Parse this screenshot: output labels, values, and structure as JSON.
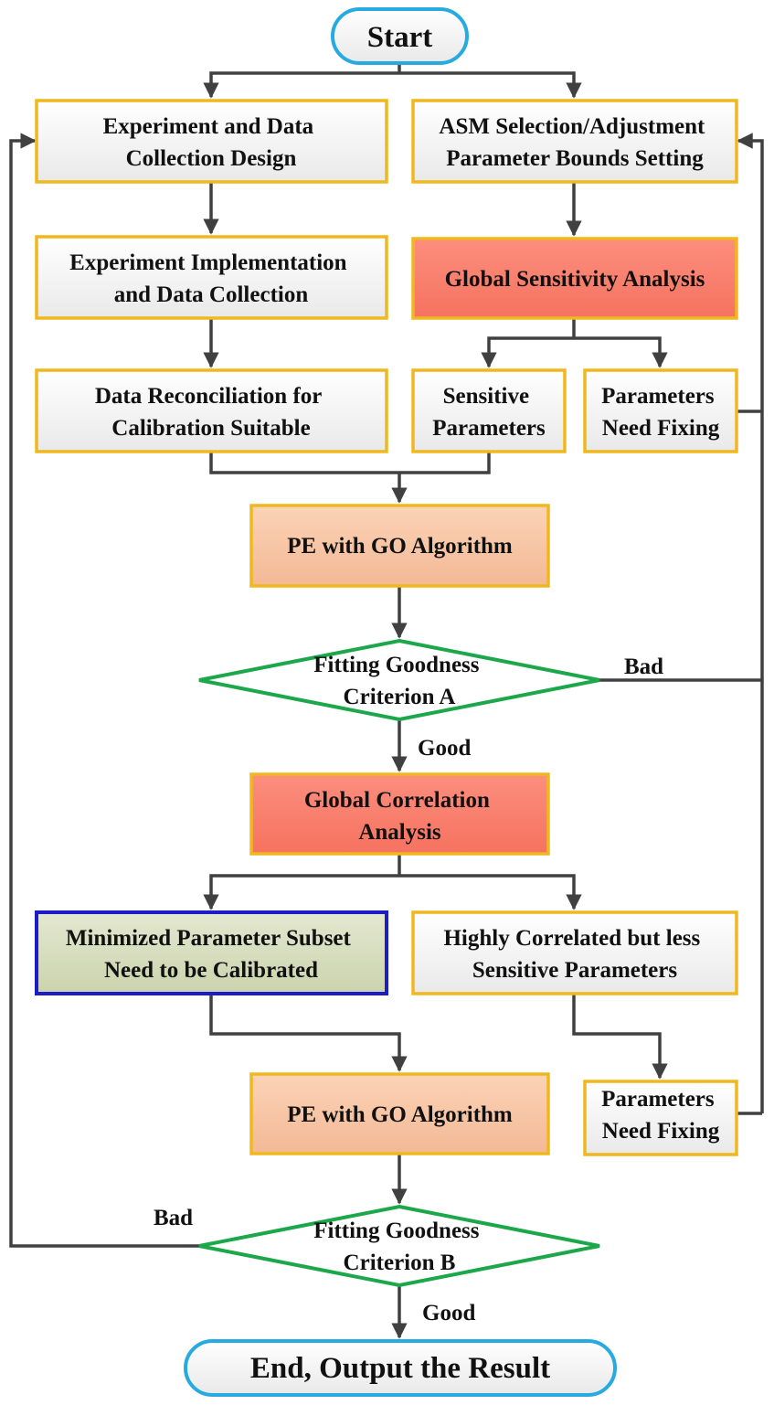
{
  "diagram": {
    "start": "Start",
    "end": "End, Output the Result",
    "exp_design": [
      "Experiment and Data",
      "Collection Design"
    ],
    "asm_selection": [
      "ASM Selection/Adjustment",
      "Parameter Bounds Setting"
    ],
    "exp_impl": [
      "Experiment Implementation",
      "and Data Collection"
    ],
    "gsa": "Global Sensitivity Analysis",
    "data_recon": [
      "Data Reconciliation for",
      "Calibration Suitable"
    ],
    "sensitive_params": [
      "Sensitive",
      "Parameters"
    ],
    "params_fix_1": [
      "Parameters",
      "Need Fixing"
    ],
    "pe_go_1": "PE with GO Algorithm",
    "criterion_a": [
      "Fitting Goodness",
      "Criterion A"
    ],
    "gca": [
      "Global Correlation",
      "Analysis"
    ],
    "min_subset": [
      "Minimized Parameter Subset",
      "Need to be Calibrated"
    ],
    "highly_corr": [
      "Highly Correlated but less",
      "Sensitive Parameters"
    ],
    "pe_go_2": "PE with GO Algorithm",
    "params_fix_2": [
      "Parameters",
      "Need Fixing"
    ],
    "criterion_b": [
      "Fitting Goodness",
      "Criterion B"
    ],
    "edge_bad_a": "Bad",
    "edge_good_a": "Good",
    "edge_bad_b": "Bad",
    "edge_good_b": "Good"
  },
  "colors": {
    "connector": "#404040",
    "box_border": "#f0b81e",
    "box_fill_light": "#f3f3f3",
    "box_fill_peach": "#f7c6a4",
    "box_fill_red": "#fa8070",
    "box_fill_green": "#d6dcc0",
    "blue_border": "#1c1cc8",
    "terminal_border": "#26aadf",
    "diamond_border": "#1ca84a"
  }
}
